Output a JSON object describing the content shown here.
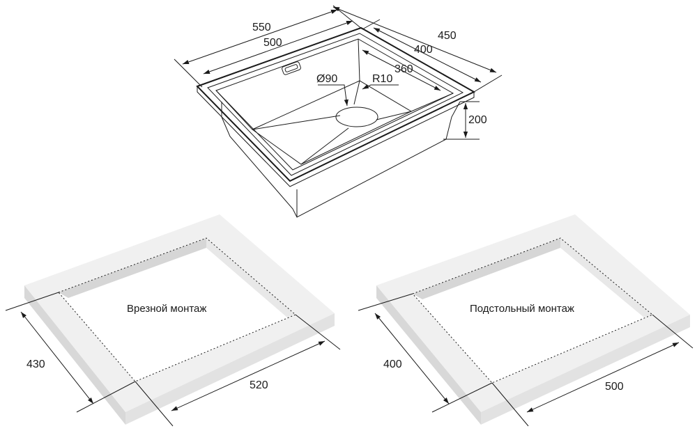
{
  "sink": {
    "dims": {
      "outer_width": "550",
      "inner_width": "500",
      "outer_depth": "450",
      "inner_depth": "400",
      "bowl_width": "360",
      "drain_diameter": "Ø90",
      "corner_radius": "R10",
      "bowl_height": "200"
    }
  },
  "cutouts": {
    "flush": {
      "title": "Врезной монтаж",
      "depth": "430",
      "width": "520"
    },
    "undermount": {
      "title": "Подстольный монтаж",
      "depth": "400",
      "width": "500"
    }
  },
  "colors": {
    "line": "#1a1a1a",
    "slab_top": "#f0f0f0",
    "slab_side": "#e2e2e2",
    "slab_front": "#d8d8d8"
  }
}
